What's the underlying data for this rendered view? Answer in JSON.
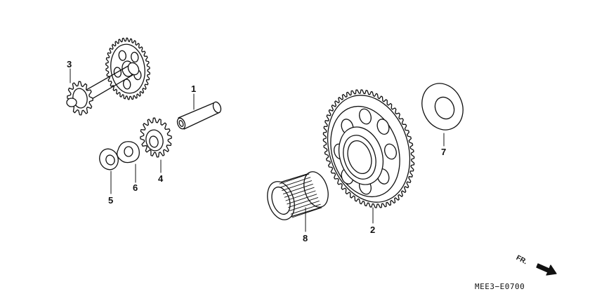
{
  "diagram": {
    "callouts": {
      "c1": "1",
      "c2": "2",
      "c3": "3",
      "c4": "4",
      "c5": "5",
      "c6": "6",
      "c7": "7",
      "c8": "8"
    },
    "direction_label": "FR.",
    "document_id": "MEE3−E0700"
  }
}
